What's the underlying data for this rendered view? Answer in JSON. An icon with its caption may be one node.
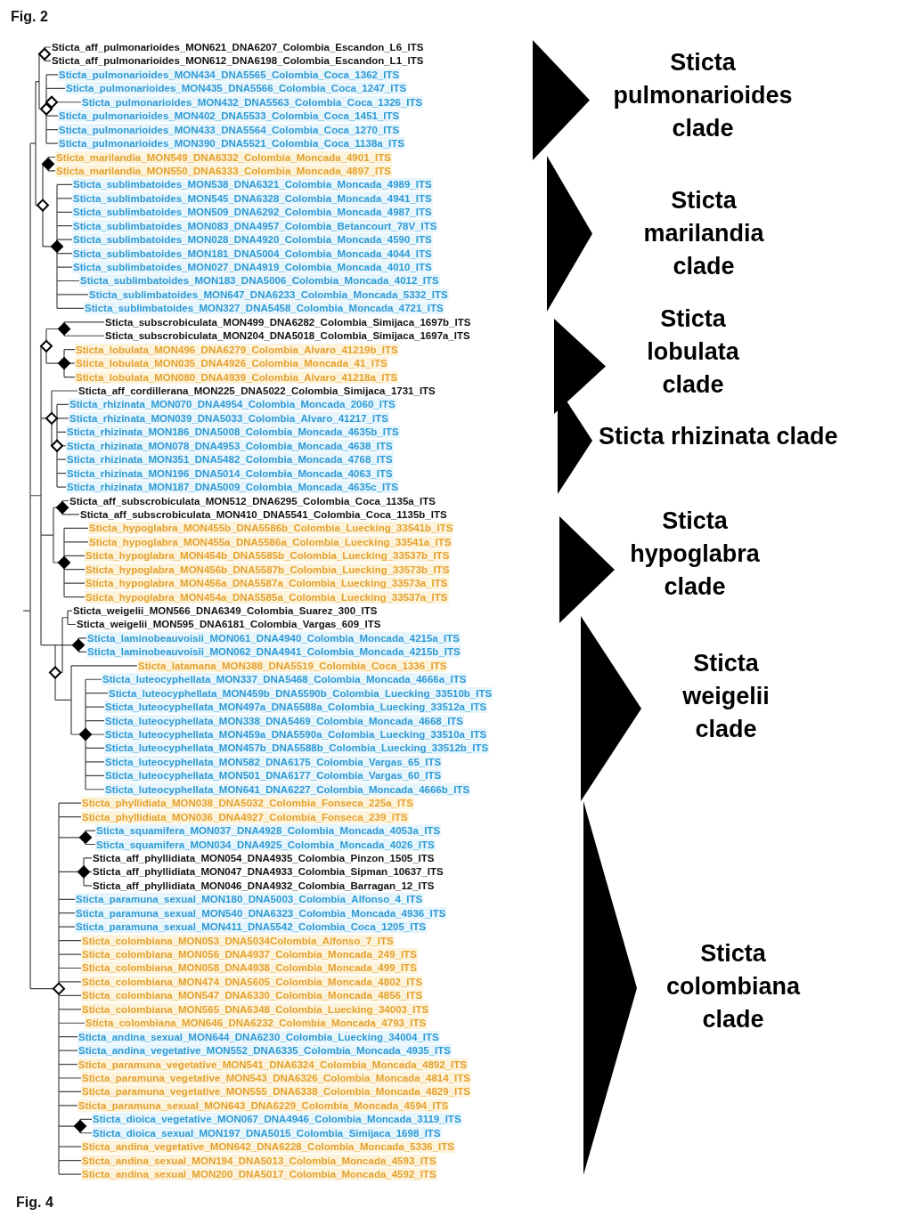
{
  "diagram": {
    "title": "Fig. 2",
    "labels": [
      "Sticta_aff_pulmonarioides_MON621_DNA6207_Colombia_Escandon_L6_ITS",
      "Sticta_aff_pulmonarioides_MON612_DNA6198_Colombia_Escandon_L1_ITS",
      "Sticta_pulmonarioides_MON434_DNA5565_Colombia_Coca_1362_ITS",
      "Sticta_pulmonarioides_MON435_DNA5566_Colombia_Coca_1247_ITS",
      "Sticta_pulmonarioides_MON432_DNA5563_Colombia_Coca_1326_ITS",
      "Sticta_pulmonarioides_MON402_DNA5533_Colombia_Coca_1451_ITS",
      "Sticta_pulmonarioides_MON433_DNA5564_Colombia_Coca_1270_ITS",
      "Sticta_pulmonarioides_MON390_DNA5521_Colombia_Coca_1138a_ITS",
      "Sticta_marilandia_MON549_DNA6332_Colombia_Moncada_4901_ITS",
      "Sticta_marilandia_MON550_DNA6333_Colombia_Moncada_4897_ITS",
      "Sticta_sublimbatoides_MON538_DNA6321_Colombia_Moncada_4989_ITS",
      "Sticta_sublimbatoides_MON545_DNA6328_Colombia_Moncada_4941_ITS",
      "Sticta_sublimbatoides_MON509_DNA6292_Colombia_Moncada_4987_ITS",
      "Sticta_sublimbatoides_MON083_DNA4957_Colombia_Betancourt_78V_ITS",
      "Sticta_sublimbatoides_MON028_DNA4920_Colombia_Moncada_4590_ITS",
      "Sticta_sublimbatoides_MON181_DNA5004_Colombia_Moncada_4044_ITS",
      "Sticta_sublimbatoides_MON027_DNA4919_Colombia_Moncada_4010_ITS",
      "Sticta_sublimbatoides_MON183_DNA5006_Colombia_Moncada_4012_ITS",
      "Sticta_sublimbatoides_MON647_DNA6233_Colombia_Moncada_5332_ITS",
      "Sticta_sublimbatoides_MON327_DNA5458_Colombia_Moncada_4721_ITS",
      "Sticta_subscrobiculata_MON499_DNA6282_Colombia_Simijaca_1697b_ITS",
      "Sticta_subscrobiculata_MON204_DNA5018_Colombia_Simijaca_1697a_ITS",
      "Sticta_lobulata_MON496_DNA6279_Colombia_Alvaro_41219b_ITS",
      "Sticta_lobulata_MON035_DNA4926_Colombia_Moncada_41_ITS",
      "Sticta_lobulata_MON080_DNA4939_Colombia_Alvaro_41218a_ITS",
      "Sticta_aff_cordillerana_MON225_DNA5022_Colombia_Simijaca_1731_ITS",
      "Sticta_rhizinata_MON070_DNA4954_Colombia_Moncada_2060_ITS",
      "Sticta_rhizinata_MON039_DNA5033_Colombia_Alvaro_41217_ITS",
      "Sticta_rhizinata_MON186_DNA5008_Colombia_Moncada_4635b_ITS",
      "Sticta_rhizinata_MON078_DNA4953_Colombia_Moncada_4638_ITS",
      "Sticta_rhizinata_MON351_DNA5482_Colombia_Moncada_4768_ITS",
      "Sticta_rhizinata_MON196_DNA5014_Colombia_Moncada_4063_ITS",
      "Sticta_rhizinata_MON187_DNA5009_Colombia_Moncada_4635c_ITS",
      "Sticta_aff_subscrobiculata_MON512_DNA6295_Colombia_Coca_1135a_ITS",
      "Sticta_aff_subscrobiculata_MON410_DNA5541_Colombia_Coca_1135b_ITS",
      "Sticta_hypoglabra_MON455b_DNA5586b_Colombia_Luecking_33541b_ITS",
      "Sticta_hypoglabra_MON455a_DNA5586a_Colombia_Luecking_33541a_ITS",
      "Sticta_hypoglabra_MON454b_DNA5585b_Colombia_Luecking_33537b_ITS",
      "Sticta_hypoglabra_MON456b_DNA5587b_Colombia_Luecking_33573b_ITS",
      "Sticta_hypoglabra_MON456a_DNA5587a_Colombia_Luecking_33573a_ITS",
      "Sticta_hypoglabra_MON454a_DNA5585a_Colombia_Luecking_33537a_ITS",
      "Sticta_weigelii_MON566_DNA6349_Colombia_Suarez_300_ITS",
      "Sticta_weigelii_MON595_DNA6181_Colombia_Vargas_609_ITS",
      "Sticta_laminobeauvoisii_MON061_DNA4940_Colombia_Moncada_4215a_ITS",
      "Sticta_laminobeauvoisii_MON062_DNA4941_Colombia_Moncada_4215b_ITS",
      "Sticta_latamana_MON388_DNA5519_Colombia_Coca_1336_ITS",
      "Sticta_luteocyphellata_MON337_DNA5468_Colombia_Moncada_4666a_ITS",
      "Sticta_luteocyphellata_MON459b_DNA5590b_Colombia_Luecking_33510b_ITS",
      "Sticta_luteocyphellata_MON497a_DNA5588a_Colombia_Luecking_33512a_ITS",
      "Sticta_luteocyphellata_MON338_DNA5469_Colombia_Moncada_4668_ITS",
      "Sticta_luteocyphellata_MON459a_DNA5590a_Colombia_Luecking_33510a_ITS",
      "Sticta_luteocyphellata_MON457b_DNA5588b_Colombia_Luecking_33512b_ITS",
      "Sticta_luteocyphellata_MON582_DNA6175_Colombia_Vargas_65_ITS",
      "Sticta_luteocyphellata_MON501_DNA6177_Colombia_Vargas_60_ITS",
      "Sticta_luteocyphellata_MON641_DNA6227_Colombia_Moncada_4666b_ITS",
      "Sticta_phyllidiata_MON038_DNA5032_Colombia_Fonseca_225a_ITS",
      "Sticta_phyllidiata_MON036_DNA4927_Colombia_Fonseca_239_ITS",
      "Sticta_squamifera_MON037_DNA4928_Colombia_Moncada_4053a_ITS",
      "Sticta_squamifera_MON034_DNA4925_Colombia_Moncada_4026_ITS",
      "Sticta_aff_phyllidiata_MON054_DNA4935_Colombia_Pinzon_1505_ITS",
      "Sticta_aff_phyllidiata_MON047_DNA4933_Colombia_Sipman_10637_ITS",
      "Sticta_aff_phyllidiata_MON046_DNA4932_Colombia_Barragan_12_ITS",
      "Sticta_paramuna_sexual_MON180_DNA5003_Colombia_Alfonso_4_ITS",
      "Sticta_paramuna_sexual_MON540_DNA6323_Colombia_Moncada_4936_ITS",
      "Sticta_paramuna_sexual_MON411_DNA5542_Colombia_Coca_1205_ITS",
      "Sticta_colombiana_MON053_DNA5034Colombia_Alfonso_7_ITS",
      "Sticta_colombiana_MON056_DNA4937_Colombia_Moncada_249_ITS",
      "Sticta_colombiana_MON058_DNA4938_Colombia_Moncada_499_ITS",
      "Sticta_colombiana_MON474_DNA5605_Colombia_Moncada_4802_ITS",
      "Sticta_colombiana_MON547_DNA6330_Colombia_Moncada_4856_ITS",
      "Sticta_colombiana_MON565_DNA6348_Colombia_Luecking_34003_ITS",
      "Sticta_colombiana_MON646_DNA6232_Colombia_Moncada_4793_ITS",
      "Sticta_andina_sexual_MON644_DNA6230_Colombia_Luecking_34004_ITS",
      "Sticta_andina_vegetative_MON552_DNA6335_Colombia_Moncada_4935_ITS",
      "Sticta_paramuna_vegetative_MON541_DNA6324_Colombia_Moncada_4892_ITS",
      "Sticta_paramuna_vegetative_MON543_DNA6326_Colombia_Moncada_4814_ITS",
      "Sticta_paramuna_vegetative_MON555_DNA6338_Colombia_Moncada_4829_ITS",
      "Sticta_paramuna_sexual_MON643_DNA6229_Colombia_Moncada_4594_ITS",
      "Sticta_dioica_vegetative_MON067_DNA4946_Colombia_Moncada_3119_ITS",
      "Sticta_dioica_sexual_MON197_DNA5015_Colombia_Simijaca_1698_ITS",
      "Sticta_andina_vegetative_MON642_DNA6228_Colombia_Moncada_5336_ITS",
      "Sticta_andina_sexual_MON194_DNA5013_Colombia_Moncada_4593_ITS",
      "Sticta_andina_sexual_MON200_DNA5017_Colombia_Moncada_4592_ITS",
      "Fig. 4"
    ],
    "nodes": [
      {
        "text": [],
        "shape": "triangle",
        "beside": [
          "Sticta pulmonarioides clade"
        ]
      },
      {
        "text": [],
        "shape": "triangle",
        "beside": [
          "Sticta marilandia clade"
        ]
      },
      {
        "text": [],
        "shape": "triangle",
        "beside": [
          "Sticta lobulata clade"
        ]
      },
      {
        "text": [],
        "shape": "triangle",
        "beside": [
          "Sticta rhizinata clade"
        ]
      },
      {
        "text": [],
        "shape": "triangle",
        "beside": [
          "Sticta hypoglabra clade"
        ]
      },
      {
        "text": [],
        "shape": "triangle",
        "beside": [
          "Sticta weigelii clade"
        ]
      },
      {
        "text": [],
        "shape": "triangle",
        "beside": [
          "Sticta colombiana clade"
        ]
      }
    ]
  }
}
